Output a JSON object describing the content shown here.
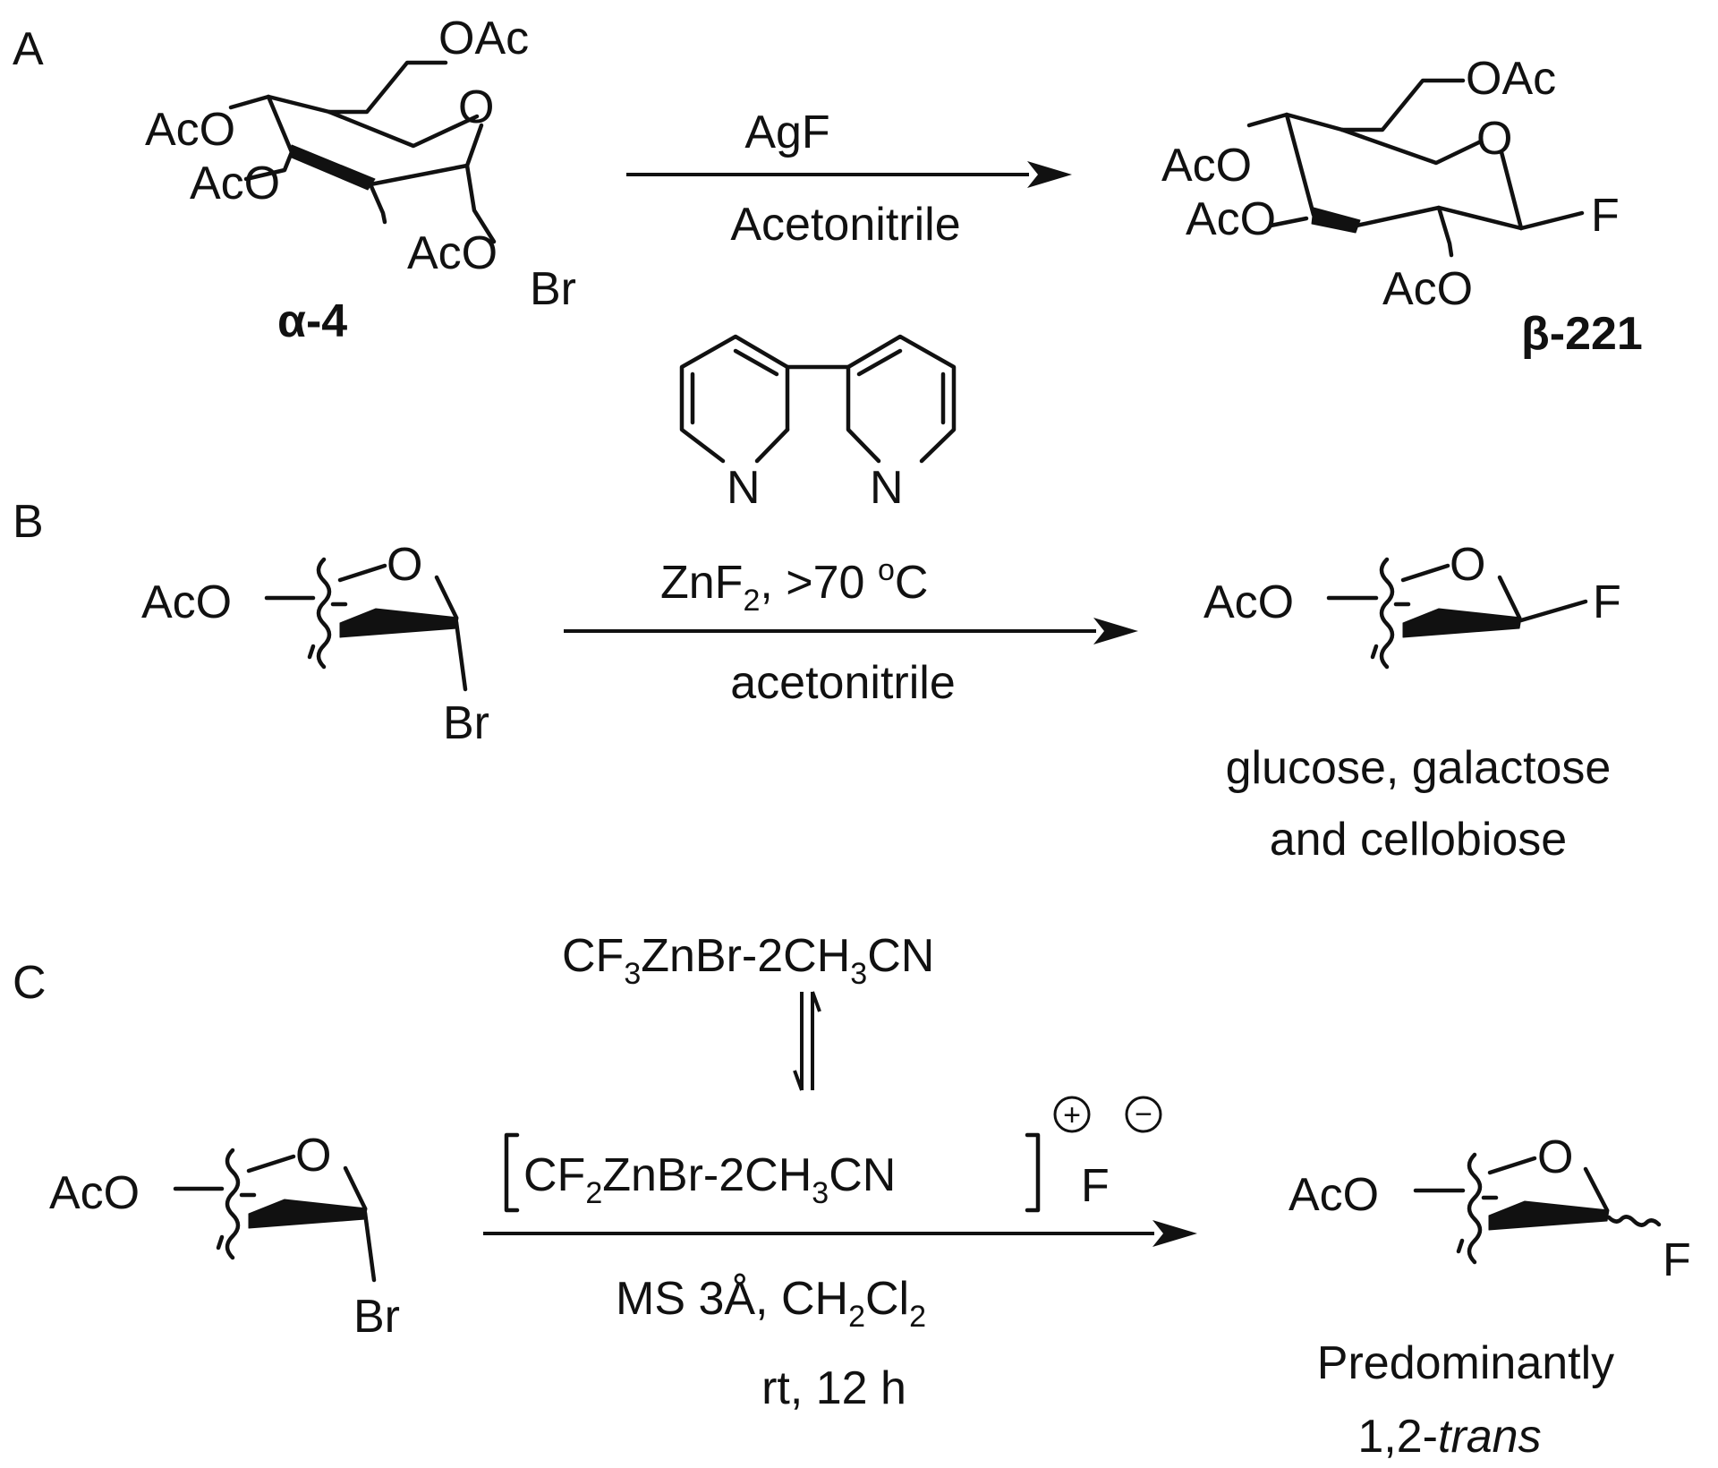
{
  "panels": {
    "a": "A",
    "b": "B",
    "c": "C"
  },
  "scheme_a": {
    "start": {
      "oac_top": "OAc",
      "ring_o": "O",
      "aco_1": "AcO",
      "aco_2": "AcO",
      "aco_3": "AcO",
      "br": "Br",
      "label_greek": "α",
      "label_num": "-4"
    },
    "reagent": "AgF",
    "solvent": "Acetonitrile",
    "product": {
      "oac_top": "OAc",
      "ring_o": "O",
      "aco_1": "AcO",
      "aco_2": "AcO",
      "aco_3": "AcO",
      "f": "F",
      "label_greek": "β",
      "label_num": "-221"
    }
  },
  "scheme_b": {
    "start": {
      "aco": "AcO",
      "ring_o": "O",
      "br": "Br"
    },
    "ligand_n1": "N",
    "ligand_n2": "N",
    "reagent_main": "ZnF",
    "reagent_sub": "2",
    "reagent_rest": ", >70 ",
    "reagent_sup": "o",
    "reagent_unit": "C",
    "solvent": "acetonitrile",
    "product": {
      "aco": "AcO",
      "ring_o": "O",
      "f": "F"
    },
    "scope_line1": "glucose, galactose",
    "scope_line2": "and cellobiose"
  },
  "scheme_c": {
    "start": {
      "aco": "AcO",
      "ring_o": "O",
      "br": "Br"
    },
    "top_reagent": {
      "p1": "CF",
      "s1": "3",
      "p2": "ZnBr-2CH",
      "s2": "3",
      "p3": "CN"
    },
    "bracket_reagent": {
      "p1": "CF",
      "s1": "2",
      "p2": "ZnBr-2CH",
      "s2": "3",
      "p3": "CN"
    },
    "fluoride": "F",
    "plus": "+",
    "minus": "−",
    "conditions1": {
      "p1": "MS 3Å, CH",
      "s1": "2",
      "p2": "Cl",
      "s2": "2"
    },
    "conditions2": "rt, 12 h",
    "product": {
      "aco": "AcO",
      "ring_o": "O",
      "f": "F"
    },
    "outcome_line1": "Predominantly",
    "outcome_line2_a": "1,2-",
    "outcome_line2_b": "trans"
  }
}
